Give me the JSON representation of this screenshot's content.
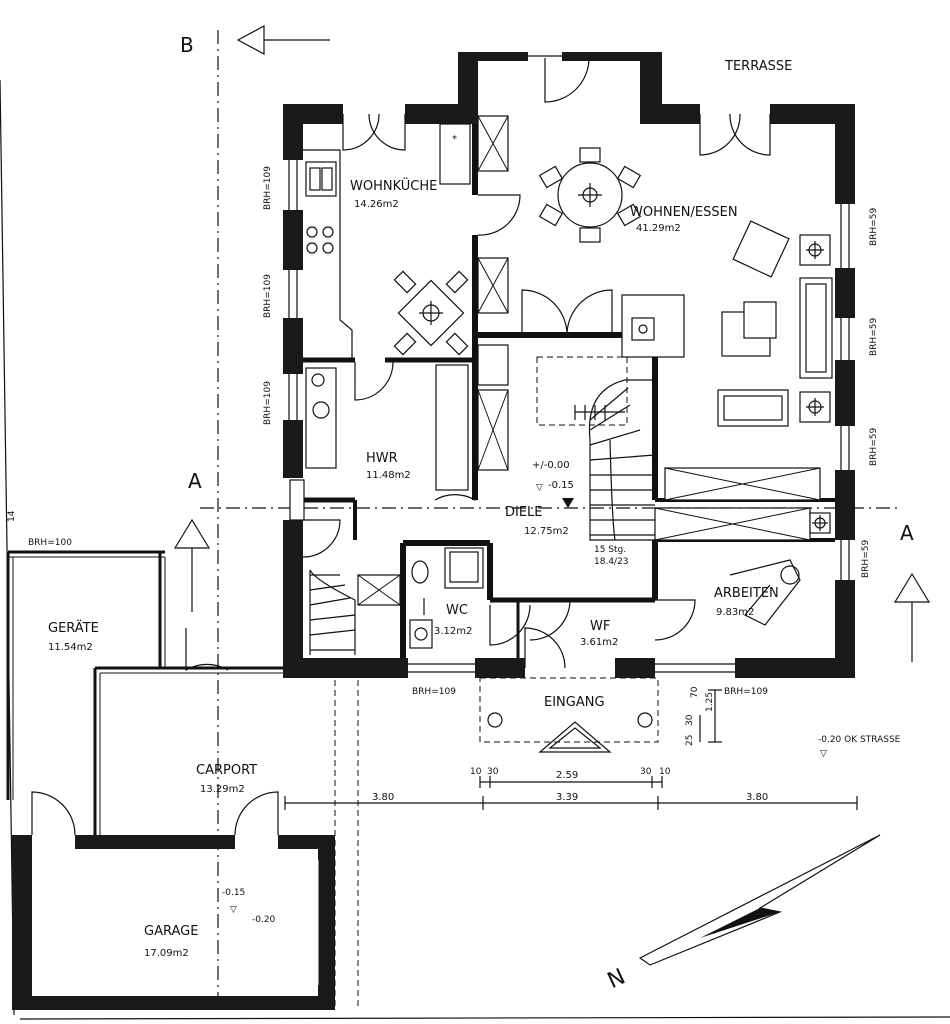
{
  "section_markers": {
    "b": "B",
    "a_left": "A",
    "a_right": "A"
  },
  "rooms": {
    "terrasse": {
      "name": "TERRASSE"
    },
    "wohnkueche": {
      "name": "WOHNKÜCHE",
      "area": "14.26m2"
    },
    "wohnen_essen": {
      "name": "WOHNEN/ESSEN",
      "area": "41.29m2"
    },
    "hwr": {
      "name": "HWR",
      "area": "11.48m2"
    },
    "diele": {
      "name": "DIELE",
      "area": "12.75m2"
    },
    "geraete": {
      "name": "GERÄTE",
      "area": "11.54m2"
    },
    "wc": {
      "name": "WC",
      "area": "3.12m2"
    },
    "wf": {
      "name": "WF",
      "area": "3.61m2"
    },
    "arbeiten": {
      "name": "ARBEITEN",
      "area": "9.83m2"
    },
    "eingang": {
      "name": "EINGANG"
    },
    "carport": {
      "name": "CARPORT",
      "area": "13.29m2"
    },
    "garage": {
      "name": "GARAGE",
      "area": "17.09m2"
    }
  },
  "brh_labels": {
    "left_1": "BRH=109",
    "left_2": "BRH=109",
    "left_3": "BRH=109",
    "right_1": "BRH=59",
    "right_2": "BRH=59",
    "right_3": "BRH=59",
    "right_4": "BRH=59",
    "geraete": "BRH=100",
    "front_left": "BRH=109",
    "front_right": "BRH=109"
  },
  "levels": {
    "diele_main": "+/-0.00",
    "diele_step": "-0.15",
    "street": "-0.20 OK STRASSE",
    "garage_1": "-0.15",
    "garage_2": "-0.20"
  },
  "stairs": {
    "count": "15 Stg.",
    "ratio": "18.4/23"
  },
  "dimensions": {
    "left_span": "3.80",
    "mid_span": "3.39",
    "right_span": "3.80",
    "entrance_width": "2.59",
    "left_small_a": "10",
    "left_small_b": "30",
    "right_small_a": "30",
    "right_small_b": "10",
    "vert_a": "70",
    "vert_b": "1.25",
    "vert_c": "25",
    "vert_d": "30",
    "edge_mark": "14"
  },
  "north_arrow": {
    "letter": "N"
  }
}
